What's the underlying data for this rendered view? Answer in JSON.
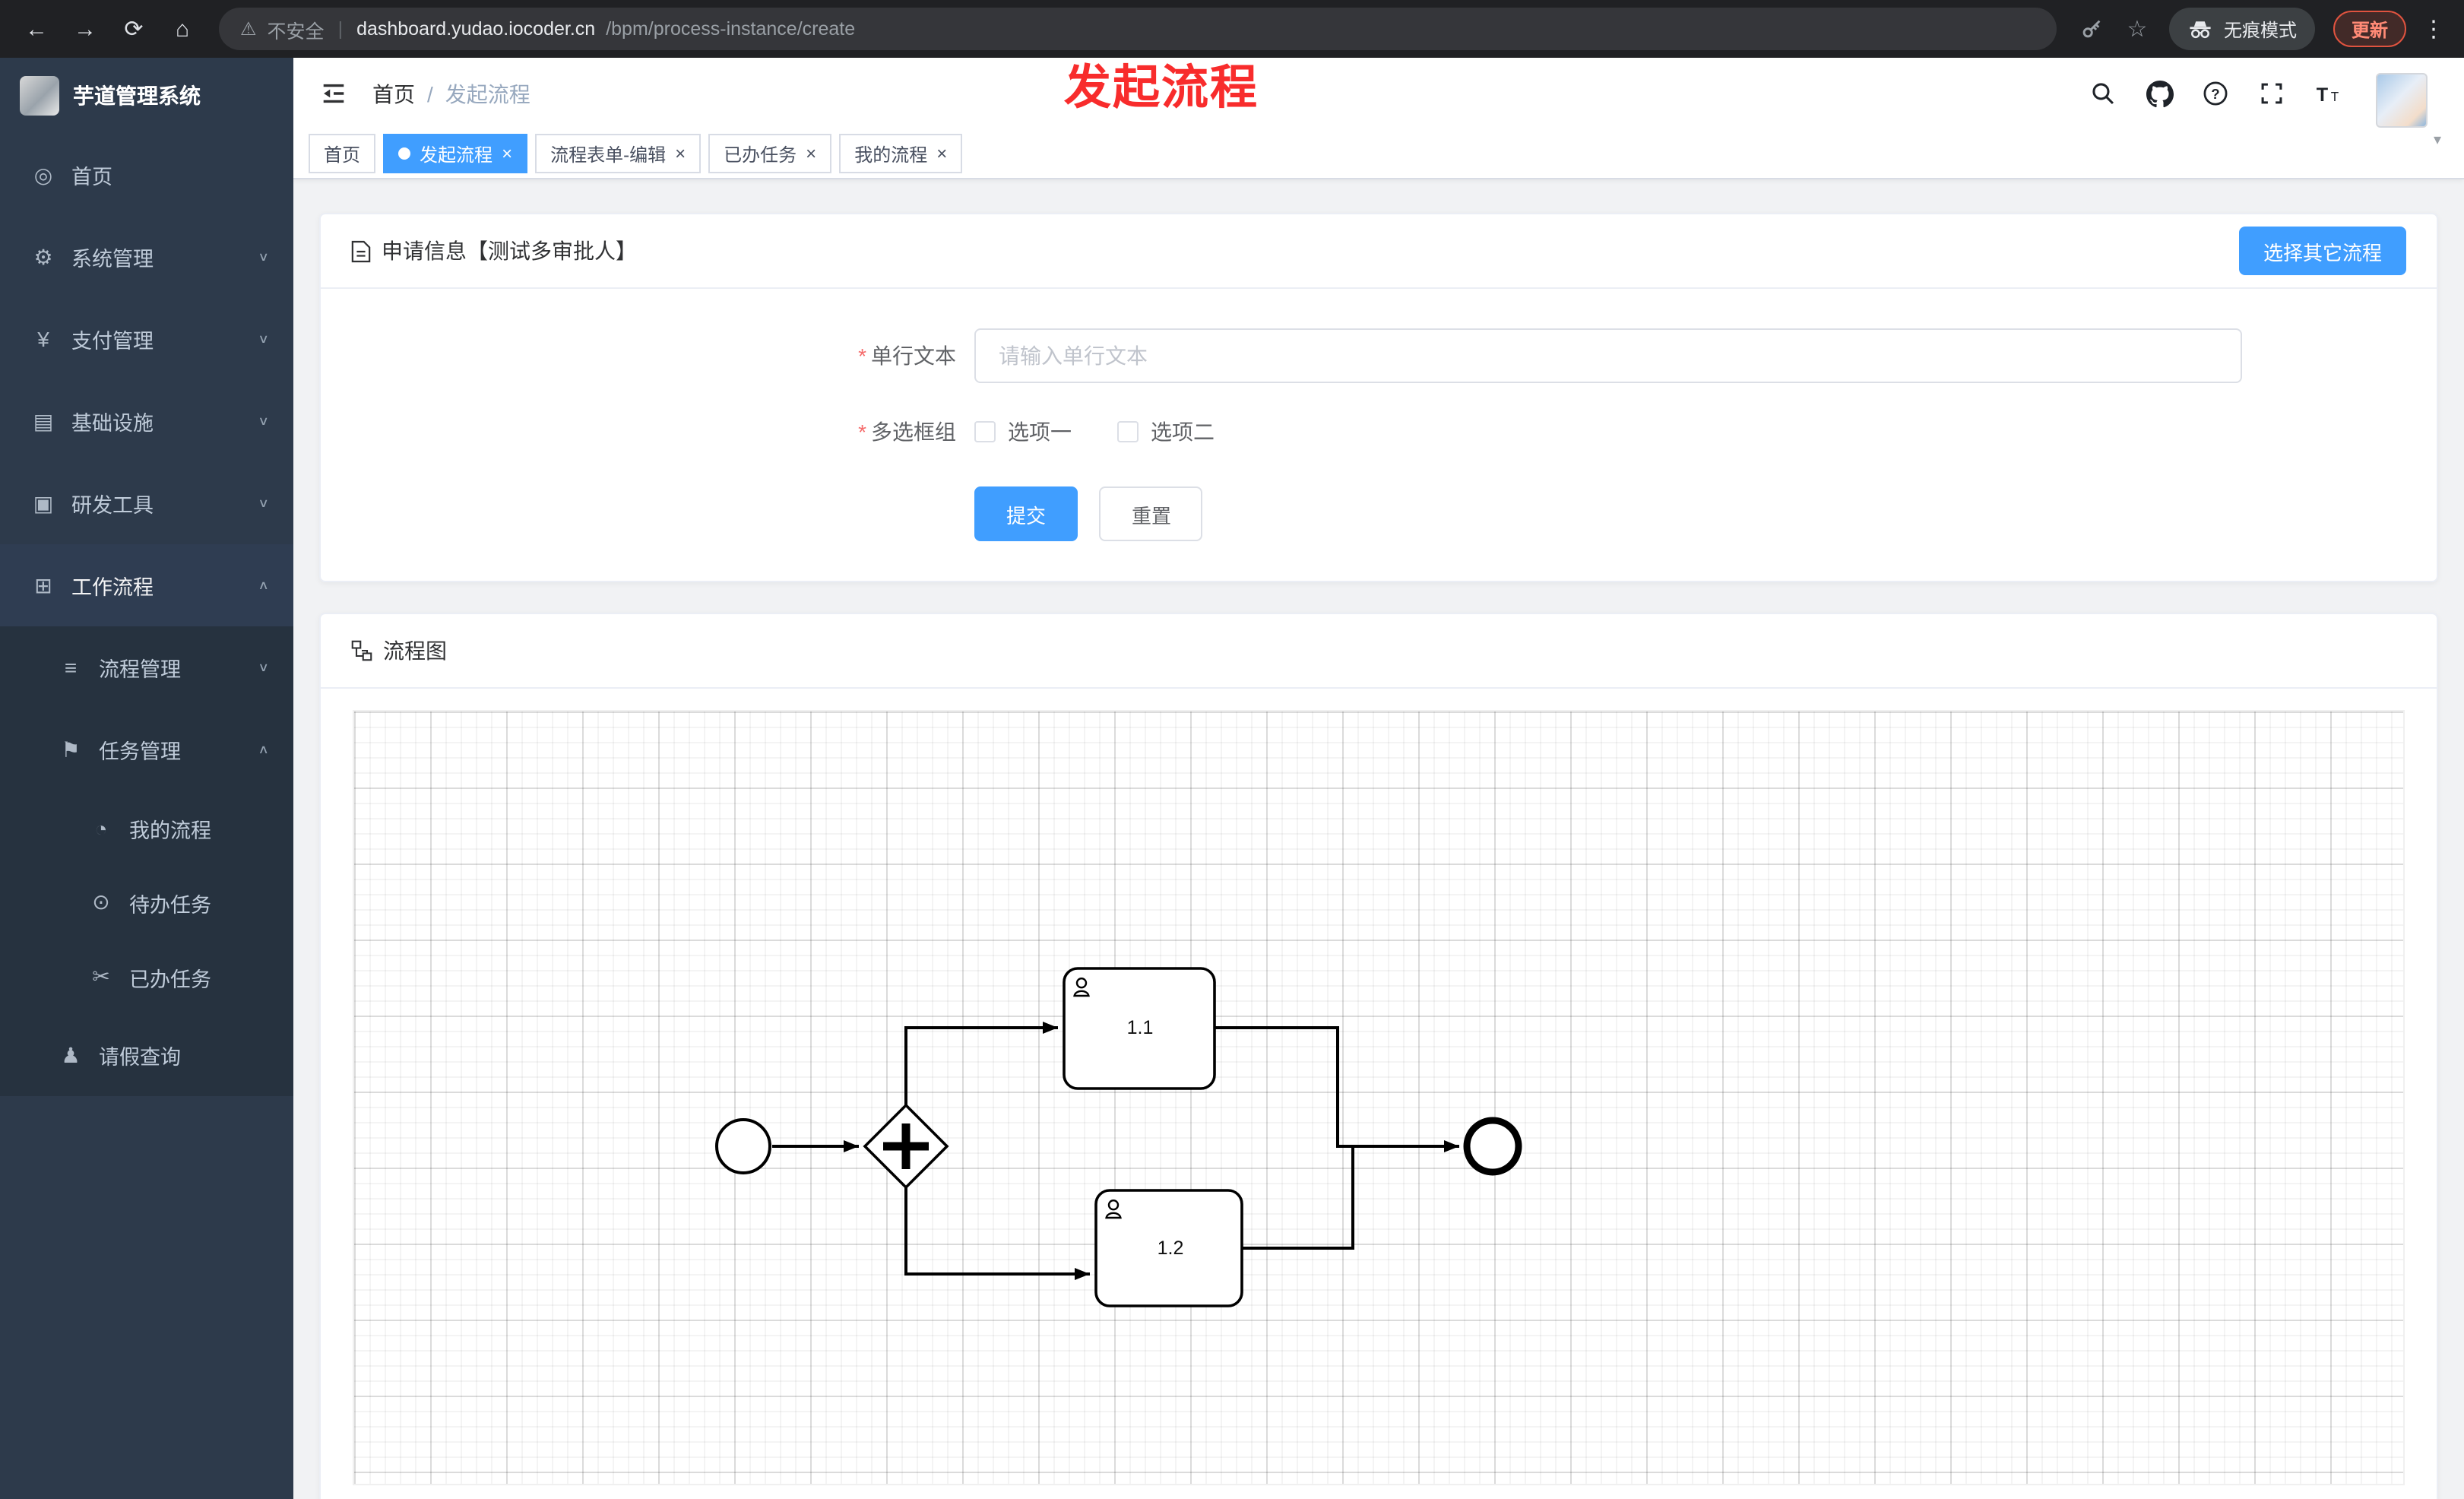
{
  "ui": {
    "close_glyph": "×",
    "breadcrumb_sep": "/",
    "chevron_down": "∨",
    "chevron_up": "∧",
    "caret_down": "▾",
    "required_mark": "*",
    "back": "←",
    "forward": "→",
    "reload": "⟳",
    "home": "⌂",
    "star": "☆",
    "overflow_menu": "⋮",
    "warning": "⚠",
    "url_divider": "|"
  },
  "colors": {
    "primary": "#409eff",
    "annotation_red": "#f82c2c",
    "sidebar_bg": "#2d3a4b"
  },
  "browser": {
    "security_label": "不安全",
    "url_host": "dashboard.yudao.iocoder.cn",
    "url_path": "/bpm/process-instance/create",
    "incognito_label": "无痕模式",
    "update_label": "更新"
  },
  "annotation": {
    "text": "发起流程"
  },
  "sidebar": {
    "logo_title": "芋道管理系统",
    "items": [
      {
        "label": "首页",
        "icon": "dashboard-icon",
        "glyph": "◎"
      },
      {
        "label": "系统管理",
        "icon": "gear-icon",
        "glyph": "⚙"
      },
      {
        "label": "支付管理",
        "icon": "payment-icon",
        "glyph": "¥"
      },
      {
        "label": "基础设施",
        "icon": "infrastructure-icon",
        "glyph": "▤"
      },
      {
        "label": "研发工具",
        "icon": "devtools-icon",
        "glyph": "▣"
      },
      {
        "label": "工作流程",
        "icon": "workflow-icon",
        "glyph": "⊞"
      },
      {
        "label": "流程管理",
        "icon": "process-mgmt-icon",
        "glyph": "≡"
      },
      {
        "label": "任务管理",
        "icon": "task-mgmt-icon",
        "glyph": "⚑"
      },
      {
        "label": "我的流程",
        "icon": "my-process-icon",
        "glyph": "◔"
      },
      {
        "label": "待办任务",
        "icon": "todo-task-icon",
        "glyph": "⊙"
      },
      {
        "label": "已办任务",
        "icon": "done-task-icon",
        "glyph": "✂"
      },
      {
        "label": "请假查询",
        "icon": "user-icon",
        "glyph": "♟"
      }
    ]
  },
  "header": {
    "breadcrumb_home": "首页",
    "breadcrumb_current": "发起流程"
  },
  "tabs": [
    {
      "label": "首页"
    },
    {
      "label": "发起流程"
    },
    {
      "label": "流程表单-编辑"
    },
    {
      "label": "已办任务"
    },
    {
      "label": "我的流程"
    }
  ],
  "apply_card": {
    "title": "申请信息【测试多审批人】",
    "choose_other_button": "选择其它流程",
    "field_text": {
      "label": "单行文本",
      "placeholder": "请输入单行文本",
      "value": ""
    },
    "field_checkbox": {
      "label": "多选框组",
      "options": [
        "选项一",
        "选项二"
      ]
    },
    "submit_button": "提交",
    "reset_button": "重置"
  },
  "flow_card": {
    "title": "流程图",
    "tasks": [
      {
        "label": "1.1"
      },
      {
        "label": "1.2"
      }
    ]
  }
}
